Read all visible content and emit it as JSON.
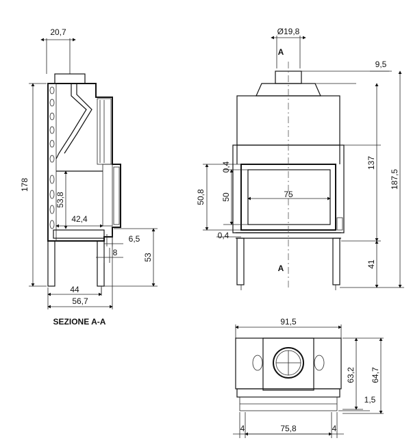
{
  "side_view": {
    "title": "SEZIONE A-A",
    "dims": {
      "top_width": "20,7",
      "total_height": "178",
      "inner_height": "53,8",
      "inner_depth": "42,4",
      "side_gap": "6,5",
      "gap_small": "8",
      "leg_height": "53",
      "base_depth": "44",
      "total_depth": "56,7"
    }
  },
  "front_view": {
    "section_marker_top": "A",
    "section_marker_bottom": "A",
    "dims": {
      "flue_diameter": "Ø19,8",
      "flue_offset": "9,5",
      "body_height": "137",
      "total_height": "187,5",
      "leg_height": "41",
      "glass_height_outer": "50,8",
      "glass_height": "50",
      "glass_width": "75",
      "gap_top": "0,4",
      "gap_bottom": "0,4"
    }
  },
  "top_view": {
    "dims": {
      "width": "91,5",
      "depth_inner": "63,2",
      "depth_total": "64,7",
      "front_offset": "1,5",
      "side_left": "4",
      "inner_width": "75,8",
      "side_right": "4"
    }
  }
}
